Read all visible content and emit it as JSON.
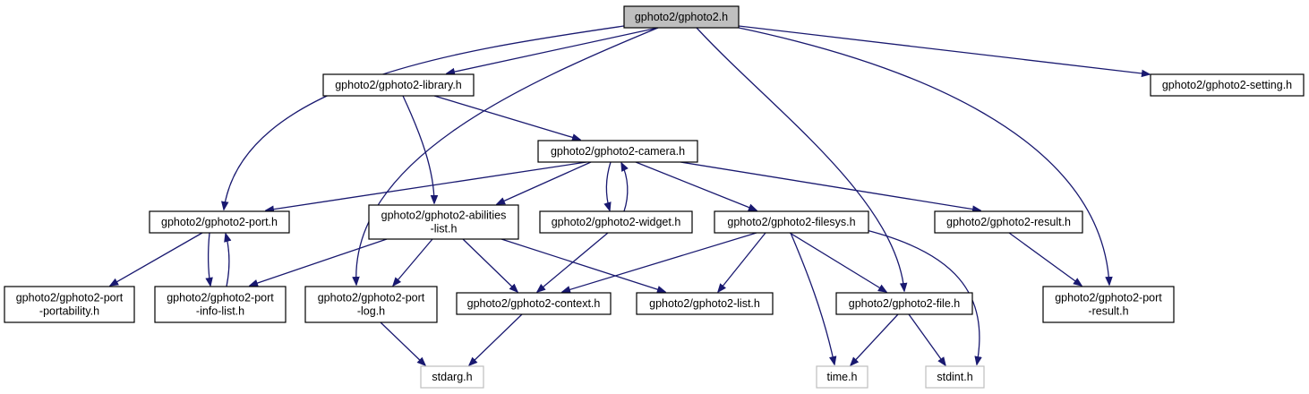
{
  "graph": {
    "nodes": [
      {
        "id": "gphoto2",
        "lines": [
          "gphoto2/gphoto2.h"
        ],
        "kind": "root"
      },
      {
        "id": "library",
        "lines": [
          "gphoto2/gphoto2-library.h"
        ],
        "kind": "local"
      },
      {
        "id": "setting",
        "lines": [
          "gphoto2/gphoto2-setting.h"
        ],
        "kind": "local"
      },
      {
        "id": "camera",
        "lines": [
          "gphoto2/gphoto2-camera.h"
        ],
        "kind": "local"
      },
      {
        "id": "port",
        "lines": [
          "gphoto2/gphoto2-port.h"
        ],
        "kind": "local"
      },
      {
        "id": "abilities",
        "lines": [
          "gphoto2/gphoto2-abilities",
          "-list.h"
        ],
        "kind": "local"
      },
      {
        "id": "widget",
        "lines": [
          "gphoto2/gphoto2-widget.h"
        ],
        "kind": "local"
      },
      {
        "id": "filesys",
        "lines": [
          "gphoto2/gphoto2-filesys.h"
        ],
        "kind": "local"
      },
      {
        "id": "result",
        "lines": [
          "gphoto2/gphoto2-result.h"
        ],
        "kind": "local"
      },
      {
        "id": "portability",
        "lines": [
          "gphoto2/gphoto2-port",
          "-portability.h"
        ],
        "kind": "local"
      },
      {
        "id": "infolist",
        "lines": [
          "gphoto2/gphoto2-port",
          "-info-list.h"
        ],
        "kind": "local"
      },
      {
        "id": "portlog",
        "lines": [
          "gphoto2/gphoto2-port",
          "-log.h"
        ],
        "kind": "local"
      },
      {
        "id": "context",
        "lines": [
          "gphoto2/gphoto2-context.h"
        ],
        "kind": "local"
      },
      {
        "id": "list",
        "lines": [
          "gphoto2/gphoto2-list.h"
        ],
        "kind": "local"
      },
      {
        "id": "file",
        "lines": [
          "gphoto2/gphoto2-file.h"
        ],
        "kind": "local"
      },
      {
        "id": "portresult",
        "lines": [
          "gphoto2/gphoto2-port",
          "-result.h"
        ],
        "kind": "local"
      },
      {
        "id": "stdarg",
        "lines": [
          "stdarg.h"
        ],
        "kind": "system"
      },
      {
        "id": "time",
        "lines": [
          "time.h"
        ],
        "kind": "system"
      },
      {
        "id": "stdint",
        "lines": [
          "stdint.h"
        ],
        "kind": "system"
      }
    ],
    "edges": [
      {
        "from": "gphoto2",
        "to": "port"
      },
      {
        "from": "gphoto2",
        "to": "library"
      },
      {
        "from": "gphoto2",
        "to": "portlog"
      },
      {
        "from": "gphoto2",
        "to": "file"
      },
      {
        "from": "gphoto2",
        "to": "portresult"
      },
      {
        "from": "gphoto2",
        "to": "setting"
      },
      {
        "from": "library",
        "to": "abilities"
      },
      {
        "from": "library",
        "to": "camera"
      },
      {
        "from": "camera",
        "to": "port"
      },
      {
        "from": "camera",
        "to": "abilities"
      },
      {
        "from": "camera",
        "to": "widget"
      },
      {
        "from": "widget",
        "to": "camera"
      },
      {
        "from": "camera",
        "to": "filesys"
      },
      {
        "from": "camera",
        "to": "result"
      },
      {
        "from": "port",
        "to": "portability"
      },
      {
        "from": "port",
        "to": "infolist"
      },
      {
        "from": "infolist",
        "to": "port"
      },
      {
        "from": "abilities",
        "to": "infolist"
      },
      {
        "from": "abilities",
        "to": "portlog"
      },
      {
        "from": "abilities",
        "to": "context"
      },
      {
        "from": "abilities",
        "to": "list"
      },
      {
        "from": "widget",
        "to": "context"
      },
      {
        "from": "filesys",
        "to": "context"
      },
      {
        "from": "filesys",
        "to": "list"
      },
      {
        "from": "filesys",
        "to": "file"
      },
      {
        "from": "filesys",
        "to": "time"
      },
      {
        "from": "filesys",
        "to": "stdint"
      },
      {
        "from": "result",
        "to": "portresult"
      },
      {
        "from": "portlog",
        "to": "stdarg"
      },
      {
        "from": "context",
        "to": "stdarg"
      },
      {
        "from": "file",
        "to": "time"
      },
      {
        "from": "file",
        "to": "stdint"
      }
    ]
  }
}
